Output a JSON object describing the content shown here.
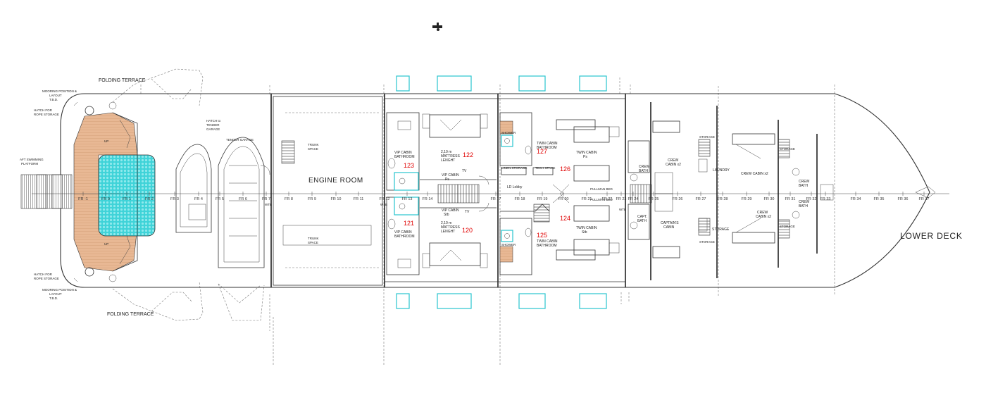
{
  "title": "LOWER DECK",
  "engine_room": "ENGINE ROOM",
  "aft_labels": {
    "folding_terrace": "FOLDING TERRACE",
    "mooring": [
      "MOORING POSITION &",
      "LAYOUT",
      "T.B.D."
    ],
    "hatch_rope": [
      "HATCH FOR",
      "ROPE STORAGE"
    ],
    "aft_swim": [
      "AFT SWIMMING",
      "PLATFORM"
    ],
    "hatch_tender": [
      "HATCH to",
      "TENDER",
      "GARAGE"
    ],
    "tender_garage": "TENDER GARAGE",
    "trunk_space": [
      "TRUNK",
      "SPACE"
    ],
    "up": "UP"
  },
  "frames": [
    {
      "label": "FR -1"
    },
    {
      "label": "FR 0"
    },
    {
      "label": "FR 1"
    },
    {
      "label": "FR 2"
    },
    {
      "label": "FR 3"
    },
    {
      "label": "FR 4"
    },
    {
      "label": "FR 5"
    },
    {
      "label": "FR 6"
    },
    {
      "label": "FR 7"
    },
    {
      "label": "FR 8"
    },
    {
      "label": "FR 9"
    },
    {
      "label": "FR 10"
    },
    {
      "label": "FR 11"
    },
    {
      "label": "FR 12"
    },
    {
      "label": "FR 13"
    },
    {
      "label": "FR 14"
    },
    {
      "label": "FR 17"
    },
    {
      "label": "FR 18"
    },
    {
      "label": "FR 19"
    },
    {
      "label": "FR 20"
    },
    {
      "label": "FR 21"
    },
    {
      "label": "FR 22"
    },
    {
      "label": "FR 23"
    },
    {
      "label": "FR 24"
    },
    {
      "label": "FR 25"
    },
    {
      "label": "FR 26"
    },
    {
      "label": "FR 27"
    },
    {
      "label": "FR 28"
    },
    {
      "label": "FR 29"
    },
    {
      "label": "FR 30"
    },
    {
      "label": "FR 31"
    },
    {
      "label": "FR 32"
    },
    {
      "label": "FR 33"
    },
    {
      "label": "FR 34"
    },
    {
      "label": "FR 35"
    },
    {
      "label": "FR 36"
    },
    {
      "label": "FR 37"
    }
  ],
  "wtb": "WTB",
  "rooms": {
    "vip_bath": [
      "VIP CABIN",
      "BATHROOM"
    ],
    "vip_cabin_ps": [
      "VIP CABIN",
      "Ps"
    ],
    "vip_cabin_stb": [
      "VIP CABIN",
      "Stb"
    ],
    "mattress": [
      "2,10 m",
      "MATTRESS",
      "LENGHT"
    ],
    "ld_lobby": "LD Lobby",
    "tv": "TV",
    "twin_bath": [
      "TWIN CABIN",
      "BATHROOM"
    ],
    "twin_cabin_ps": [
      "TWIN CABIN",
      "Ps"
    ],
    "twin_cabin_stb": [
      "TWIN CABIN",
      "Stb"
    ],
    "linen_storage": "LINEN STORAGE",
    "tech_space": "TECH SPACE",
    "shower": "SHOWER",
    "pullman": "PULLMAN BED",
    "crew_bath": [
      "CREW",
      "BATH"
    ],
    "crew_cabin": [
      "CREW",
      "CABIN x2"
    ],
    "capt_bath": [
      "CAPT.",
      "BATH"
    ],
    "captains_cabin": [
      "CAPTAIN'S",
      "CABIN"
    ],
    "storage": "STORAGE",
    "laundry": "LAUNDRY",
    "crew_cabin_x2": "CREW CABIN x2"
  },
  "cabin_numbers": [
    "123",
    "122",
    "121",
    "120",
    "127",
    "126",
    "125",
    "124"
  ],
  "colors": {
    "pool": "#3fd3d8",
    "teak": "#e8b894",
    "accent": "#29c4cf",
    "red": "#e00000"
  }
}
